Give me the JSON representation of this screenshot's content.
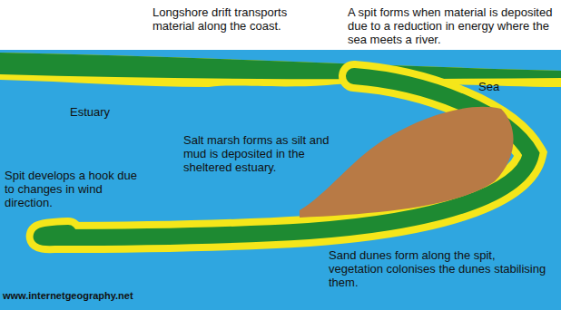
{
  "diagram": {
    "labels": [
      "Longshore drift transports material along the coast.",
      "A spit forms when material is deposited due to a reduction in energy where the sea meets a river.",
      "Sea",
      "Estuary",
      "Salt marsh forms as silt and mud is deposited in the sheltered estuary.",
      "Spit develops a hook due to changes in wind direction.",
      "Sand dunes form along the spit, vegetation colonises the dunes stabilising them.",
      "www.internetgeography.net"
    ]
  }
}
